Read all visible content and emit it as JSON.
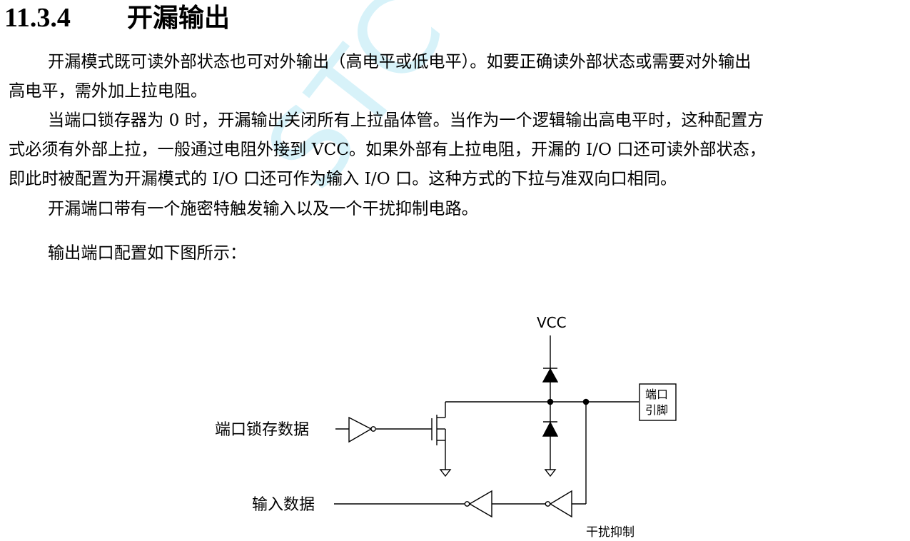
{
  "section": {
    "number": "11.3.4",
    "title": "开漏输出"
  },
  "paragraphs": [
    {
      "line1": "开漏模式既可读外部状态也可对外输出（高电平或低电平）。如要正确读外部状态或需要对外输出",
      "line2": "高电平，需外加上拉电阻。"
    },
    {
      "line1": "当端口锁存器为 0 时，开漏输出关闭所有上拉晶体管。当作为一个逻辑输出高电平时，这种配置方",
      "line2": "式必须有外部上拉，一般通过电阻外接到 VCC。如果外部有上拉电阻，开漏的 I/O 口还可读外部状态，",
      "line3": "即此时被配置为开漏模式的 I/O 口还可作为输入 I/O 口。这种方式的下拉与准双向口相同。"
    },
    {
      "line1": "开漏端口带有一个施密特触发输入以及一个干扰抑制电路。"
    },
    {
      "line1": "输出端口配置如下图所示："
    }
  ],
  "watermark": "STC MCU",
  "diagram": {
    "vcc_label": "VCC",
    "port_pin_label_line1": "端口",
    "port_pin_label_line2": "引脚",
    "latch_data_label": "端口锁存数据",
    "input_data_label": "输入数据",
    "glitch_filter_label": "干扰抑制"
  }
}
